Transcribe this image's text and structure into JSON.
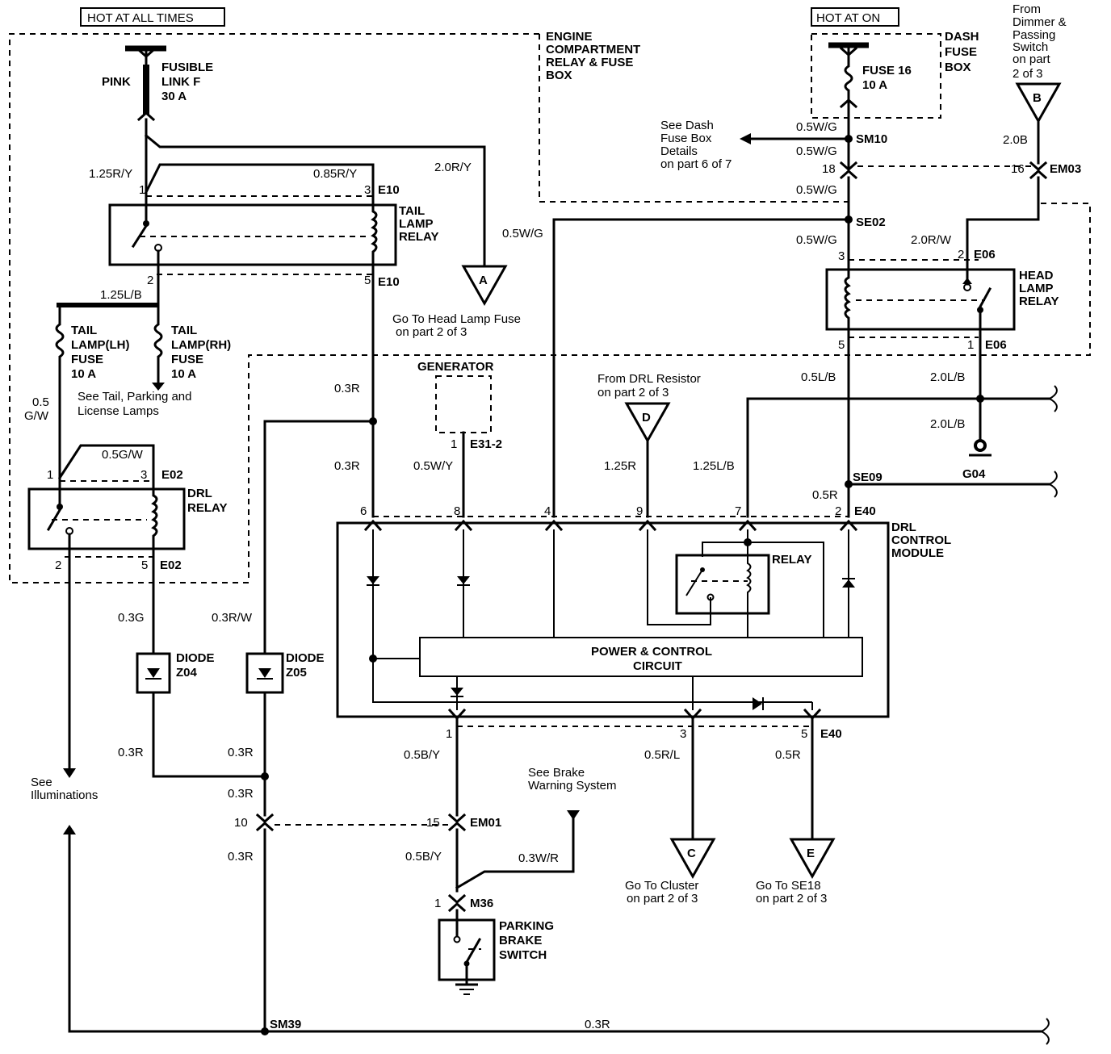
{
  "header_labels": {
    "hot_all": "HOT AT ALL TIMES",
    "hot_on": "HOT AT ON",
    "engine_box_l1": "ENGINE",
    "engine_box_l2": "COMPARTMENT",
    "engine_box_l3": "RELAY & FUSE",
    "engine_box_l4": "BOX",
    "dash_box_l1": "DASH",
    "dash_box_l2": "FUSE",
    "dash_box_l3": "BOX",
    "dimmer_l1": "From",
    "dimmer_l2": "Dimmer &",
    "dimmer_l3": "Passing",
    "dimmer_l4": "Switch",
    "dimmer_l5": "on part",
    "dimmer_l6": "2 of 3"
  },
  "components": {
    "pink": "PINK",
    "fusible_l1": "FUSIBLE",
    "fusible_l2": "LINK F",
    "fusible_l3": "30 A",
    "fuse16_l1": "FUSE 16",
    "fuse16_l2": "10 A",
    "tail_relay_l1": "TAIL",
    "tail_relay_l2": "LAMP",
    "tail_relay_l3": "RELAY",
    "head_relay_l1": "HEAD",
    "head_relay_l2": "LAMP",
    "head_relay_l3": "RELAY",
    "tail_lh_l1": "TAIL",
    "tail_lh_l2": "LAMP(LH)",
    "tail_lh_l3": "FUSE",
    "tail_lh_l4": "10 A",
    "tail_rh_l1": "TAIL",
    "tail_rh_l2": "LAMP(RH)",
    "tail_rh_l3": "FUSE",
    "tail_rh_l4": "10 A",
    "drl_relay_l1": "DRL",
    "drl_relay_l2": "RELAY",
    "generator": "GENERATOR",
    "drl_module_l1": "DRL",
    "drl_module_l2": "CONTROL",
    "drl_module_l3": "MODULE",
    "inner_relay": "RELAY",
    "pcc_l1": "POWER & CONTROL",
    "pcc_l2": "CIRCUIT",
    "diode_z04_l1": "DIODE",
    "diode_z04_l2": "Z04",
    "diode_z05_l1": "DIODE",
    "diode_z05_l2": "Z05",
    "parking_l1": "PARKING",
    "parking_l2": "BRAKE",
    "parking_l3": "SWITCH",
    "ground_g04": "G04"
  },
  "wires": {
    "w125ry": "1.25R/Y",
    "w085ry": "0.85R/Y",
    "w20ry": "2.0R/Y",
    "w125lb": "1.25L/B",
    "w05gw_a": "0.5",
    "w05gw_b": "G/W",
    "w05gw_top": "0.5G/W",
    "w03r_1": "0.3R",
    "w03r_2": "0.3R",
    "w05wy": "0.5W/Y",
    "w05wg_left": "0.5W/G",
    "w05wg_1": "0.5W/G",
    "w05wg_2": "0.5W/G",
    "w05wg_3": "0.5W/G",
    "w05wg_4": "0.5W/G",
    "w20b": "2.0B",
    "w20rw": "2.0R/W",
    "w05lb": "0.5L/B",
    "w20lb_1": "2.0L/B",
    "w20lb_2": "2.0L/B",
    "w125r": "1.25R",
    "w125lb2": "1.25L/B",
    "w05r": "0.5R",
    "w03g": "0.3G",
    "w03rw": "0.3R/W",
    "w03r_z04": "0.3R",
    "w03r_z05": "0.3R",
    "w03r_mid": "0.3R",
    "w03r_low": "0.3R",
    "w03r_bottom": "0.3R",
    "w05by_1": "0.5B/Y",
    "w05by_2": "0.5B/Y",
    "w03wr": "0.3W/R",
    "w05rl": "0.5R/L",
    "w05r_e40": "0.5R"
  },
  "connectors": {
    "e10_top": "E10",
    "e10_bot": "E10",
    "e02_top": "E02",
    "e02_bot": "E02",
    "e06_top": "E06",
    "e06_bot": "E06",
    "e40_top": "E40",
    "e40_bot": "E40",
    "e31": "E31-2",
    "em03": "EM03",
    "em01": "EM01",
    "m36": "M36",
    "sm10": "SM10",
    "se02": "SE02",
    "se09": "SE09",
    "sm39": "SM39"
  },
  "pins": {
    "p1a": "1",
    "p3a": "3",
    "p2a": "2",
    "p5a": "5",
    "p1b": "1",
    "p3b": "3",
    "p2b": "2",
    "p5b": "5",
    "p3c": "3",
    "p2c": "2",
    "p5c": "5",
    "p1c": "1",
    "p6": "6",
    "p8": "8",
    "p4": "4",
    "p9": "9",
    "p7": "7",
    "p2d": "2",
    "p1d": "1",
    "p3d": "3",
    "p5d": "5",
    "p1gen": "1",
    "p18": "18",
    "p16": "16",
    "p10": "10",
    "p15": "15",
    "p1m36": "1"
  },
  "references": {
    "a": "A",
    "b": "B",
    "c": "C",
    "d": "D",
    "e": "E",
    "head_fuse_l1": "Go To Head Lamp Fuse",
    "head_fuse_l2": "on part 2 of 3",
    "dash_det_l1": "See Dash",
    "dash_det_l2": "Fuse Box",
    "dash_det_l3": "Details",
    "dash_det_l4": "on part 6 of 7",
    "tail_lamps_l1": "See Tail, Parking and",
    "tail_lamps_l2": "License Lamps",
    "drl_res_l1": "From DRL Resistor",
    "drl_res_l2": "on part 2 of 3",
    "illum_l1": "See",
    "illum_l2": "Illuminations",
    "brake_l1": "See Brake",
    "brake_l2": "Warning System",
    "cluster_l1": "Go To Cluster",
    "cluster_l2": "on part 2 of 3",
    "se18_l1": "Go To SE18",
    "se18_l2": "on part 2 of 3"
  }
}
